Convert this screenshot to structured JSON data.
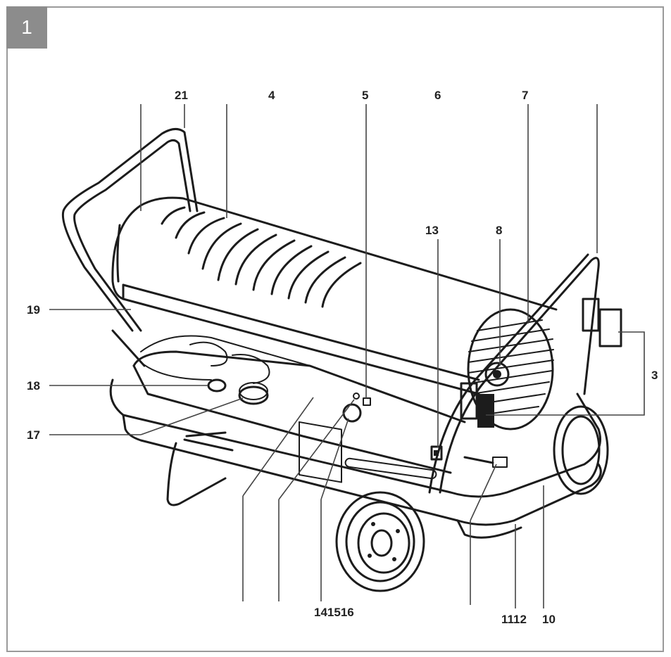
{
  "figure": {
    "number": "1",
    "callouts": [
      "21",
      "4",
      "5",
      "6",
      "7",
      "13",
      "8",
      "19",
      "18",
      "17",
      "3",
      "141516",
      "1112",
      "10"
    ]
  }
}
